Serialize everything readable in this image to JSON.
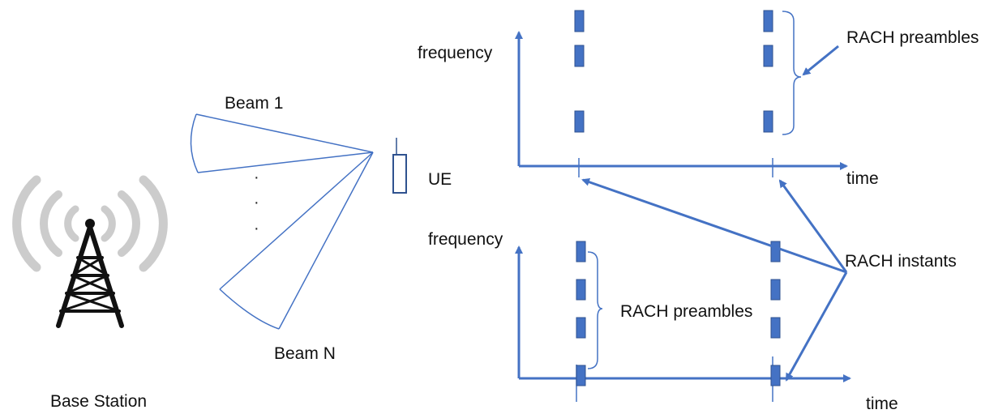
{
  "colors": {
    "axis": "#4472c4",
    "preamble_fill": "#4472c4",
    "preamble_stroke": "#2f528f",
    "beam_line": "#4472c4",
    "tower": "#111111",
    "signal_waves": "#cccccc",
    "text": "#111111"
  },
  "icons": {
    "base_station": "tower-icon",
    "ue": "phone-rect-icon"
  },
  "labels": {
    "base_station": "Base Station",
    "beam_1": "Beam 1",
    "beam_n": "Beam N",
    "beam_ellipsis": [
      "·",
      "·",
      "·"
    ],
    "ue": "UE",
    "top_chart": {
      "y_axis": "frequency",
      "x_axis": "time",
      "preambles": "RACH preambles"
    },
    "bottom_chart": {
      "y_axis": "frequency",
      "x_axis": "time",
      "preambles": "RACH preambles"
    },
    "rach_instants": "RACH instants"
  },
  "top_chart": {
    "rach_instants": [
      {
        "preamble_slots": [
          3
        ]
      },
      {
        "preamble_slots": [
          3
        ]
      }
    ]
  },
  "bottom_chart": {
    "rach_instants": [
      {
        "preamble_slots": [
          4
        ]
      },
      {
        "preamble_slots": [
          4
        ]
      }
    ]
  }
}
